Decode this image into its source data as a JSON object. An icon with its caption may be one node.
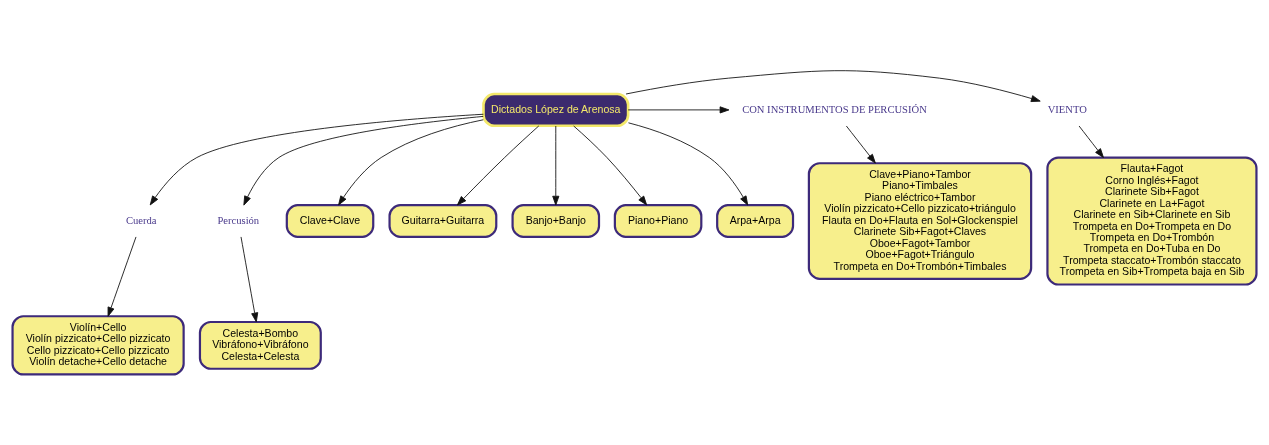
{
  "diagram": {
    "nodes": [
      {
        "text": [
          "Dictados López de Arenosa"
        ]
      },
      {
        "text": [
          "VIENTO"
        ]
      },
      {
        "text": [
          "Flauta+Fagot",
          "Corno Inglés+Fagot",
          "Clarinete Sib+Fagot",
          "Clarinete en La+Fagot",
          "Clarinete en Sib+Clarinete en Sib",
          "Trompeta en Do+Trompeta en Do",
          "Trompeta en Do+Trombón",
          "Trompeta en Do+Tuba en Do",
          "Trompeta staccato+Trombón staccato",
          "Trompeta en Sib+Trompeta baja en Sib"
        ]
      },
      {
        "text": [
          "CON INSTRUMENTOS DE PERCUSIÓN"
        ]
      },
      {
        "text": [
          "Clave+Piano+Tambor",
          "Piano+Timbales",
          "Piano eléctrico+Tambor",
          "Violín pizzicato+Cello pizzicato+triángulo",
          "Flauta en Do+Flauta en Sol+Glockenspiel",
          "Clarinete Sib+Fagot+Claves",
          "Oboe+Fagot+Tambor",
          "Oboe+Fagot+Triángulo",
          "Trompeta en Do+Trombón+Timbales"
        ]
      },
      {
        "text": [
          "Piano+Piano"
        ]
      },
      {
        "text": [
          "Arpa+Arpa"
        ]
      },
      {
        "text": [
          "Cuerda"
        ]
      },
      {
        "text": [
          "Violín+Cello",
          "Violín pizzicato+Cello pizzicato",
          "Cello pizzicato+Cello pizzicato",
          "Violín detache+Cello detache"
        ]
      },
      {
        "text": [
          "Percusión"
        ]
      },
      {
        "text": [
          "Celesta+Bombo",
          "Vibráfono+Vibráfono",
          "Celesta+Celesta"
        ]
      },
      {
        "text": [
          "Clave+Clave"
        ]
      },
      {
        "text": [
          "Guitarra+Guitarra"
        ]
      },
      {
        "text": [
          "Banjo+Banjo"
        ]
      }
    ],
    "edges": [
      {
        "from": 0,
        "to": 1,
        "arrow": "to"
      },
      {
        "from": 1,
        "to": 2,
        "arrow": "to"
      },
      {
        "from": 0,
        "to": 3,
        "arrow": "to"
      },
      {
        "from": 3,
        "to": 4,
        "arrow": "to"
      },
      {
        "from": 0,
        "to": 5,
        "arrow": "to"
      },
      {
        "from": 0,
        "to": 6,
        "arrow": "to"
      },
      {
        "from": 0,
        "to": 7,
        "arrow": "to"
      },
      {
        "from": 7,
        "to": 8,
        "arrow": "to"
      },
      {
        "from": 0,
        "to": 9,
        "arrow": "to"
      },
      {
        "from": 9,
        "to": 10,
        "arrow": "to"
      },
      {
        "from": 0,
        "to": 13,
        "arrow": "to"
      },
      {
        "from": 0,
        "to": 12,
        "arrow": "to"
      },
      {
        "from": 0,
        "to": 11,
        "arrow": "to"
      }
    ]
  }
}
